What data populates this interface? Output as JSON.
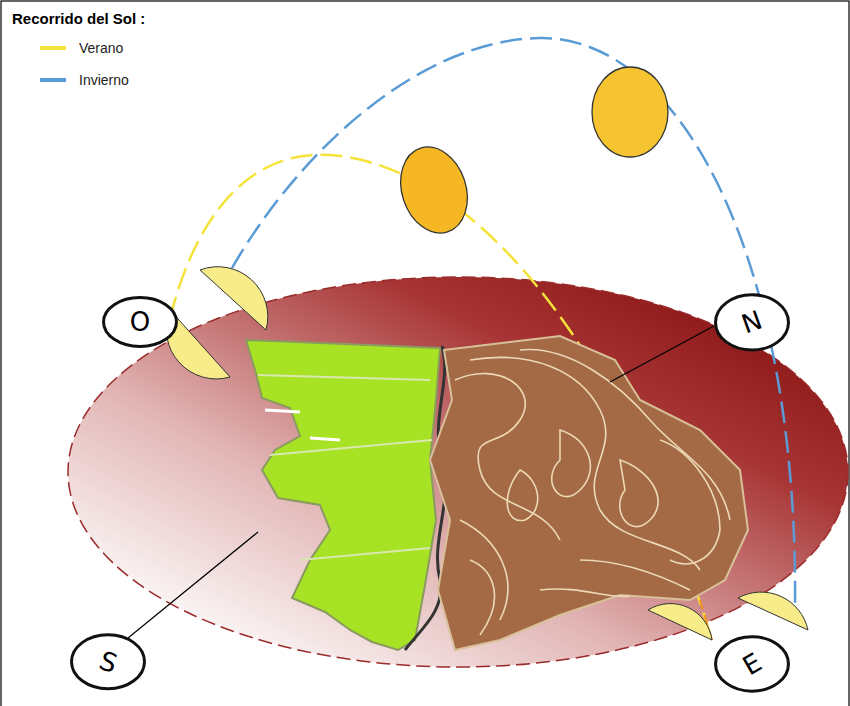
{
  "diagram": {
    "title": "Recorrido del Sol :",
    "nodes": [
      {
        "text": [
          "O"
        ]
      },
      {
        "text": [
          "N"
        ]
      },
      {
        "text": [
          "S"
        ]
      },
      {
        "text": [
          "E"
        ]
      }
    ],
    "legend": [
      {
        "text": "Verano",
        "color": "#f5e23a"
      },
      {
        "text": "Invierno",
        "color": "#5b9bd5"
      }
    ]
  }
}
